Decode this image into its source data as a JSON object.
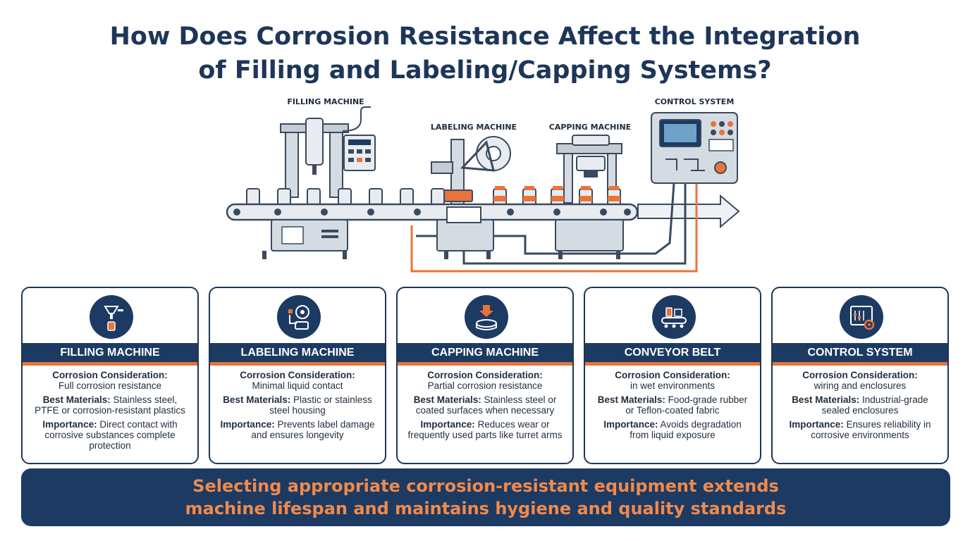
{
  "title": {
    "line1": "How Does Corrosion Resistance Affect the Integration",
    "line2": "of Filling and Labeling/Capping Systems?"
  },
  "diagram": {
    "labels": {
      "filling": "FILLING MACHINE",
      "labeling": "LABELING MACHINE",
      "capping": "CAPPING MACHINE",
      "control": "CONTROL SYSTEM"
    }
  },
  "cards": [
    {
      "title": "FILLING MACHINE",
      "icon": "filling-nozzle-icon",
      "consideration_label": "Corrosion Consideration:",
      "consideration": "Full corrosion resistance",
      "materials_label": "Best Materials:",
      "materials": "Stainless steel, PTFE or corrosion-resistant plastics",
      "importance_label": "Importance:",
      "importance": "Direct contact with corrosive substances complete protection"
    },
    {
      "title": "LABELING MACHINE",
      "icon": "label-roll-icon",
      "consideration_label": "Corrosion Consideration:",
      "consideration": "Minimal liquid contact",
      "materials_label": "Best Materials:",
      "materials": "Plastic or stainless steel housing",
      "importance_label": "Importance:",
      "importance": "Prevents label damage and ensures longevity"
    },
    {
      "title": "CAPPING MACHINE",
      "icon": "cap-press-icon",
      "consideration_label": "Corrosion Consideration:",
      "consideration": "Partial corrosion resistance",
      "materials_label": "Best Materials:",
      "materials": "Stainless steel or coated surfaces when necessary",
      "importance_label": "Importance:",
      "importance": "Reduces wear or frequently used parts like turret arms"
    },
    {
      "title": "CONVEYOR BELT",
      "icon": "conveyor-icon",
      "consideration_label": "Corrosion Consideration:",
      "consideration": "in wet environments",
      "materials_label": "Best Materials:",
      "materials": "Food-grade rubber or Teflon-coated fabric",
      "importance_label": "Importance:",
      "importance": "Avoids degradation from liquid exposure"
    },
    {
      "title": "CONTROL SYSTEM",
      "icon": "control-panel-icon",
      "consideration_label": "Corrosion Consideration:",
      "consideration": "wiring and enclosures",
      "materials_label": "Best Materials:",
      "materials": "Industrial-grade sealed enclosures",
      "importance_label": "Importance:",
      "importance": "Ensures reliability in corrosive environments"
    }
  ],
  "footer": {
    "line1": "Selecting appropriate corrosion-resistant equipment extends",
    "line2": "machine lifespan and maintains hygiene and quality standards"
  },
  "colors": {
    "navy": "#1d3a63",
    "orange": "#e8743b",
    "footer_text": "#f08a4b",
    "machine_gray": "#d5dbe2"
  }
}
